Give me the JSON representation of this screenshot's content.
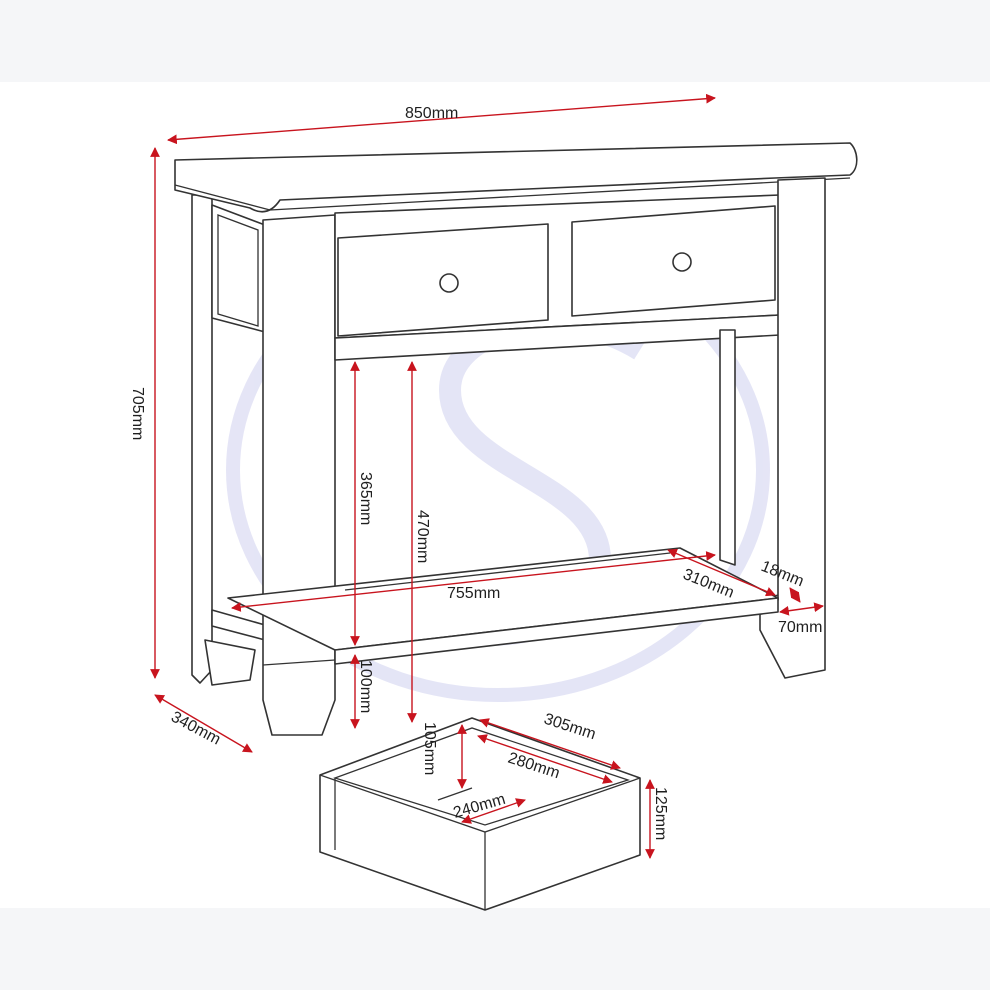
{
  "dimensions": {
    "width_top": "850mm",
    "height_total": "705mm",
    "depth_total": "340mm",
    "clear_height_shelf_to_apron": "365mm",
    "height_to_underside_top": "470mm",
    "shelf_width": "755mm",
    "shelf_depth": "310mm",
    "shelf_thickness": "18mm",
    "leg_width": "70mm",
    "shelf_height_from_floor": "100mm",
    "drawer_outer_width": "305mm",
    "drawer_inner_length": "280mm",
    "drawer_inner_width": "240mm",
    "drawer_inner_height": "105mm",
    "drawer_outer_height": "125mm"
  },
  "colors": {
    "dimension_line": "#c8141e",
    "outline": "#333333",
    "watermark": "#d8d8f0",
    "background": "#f5f6f8"
  }
}
